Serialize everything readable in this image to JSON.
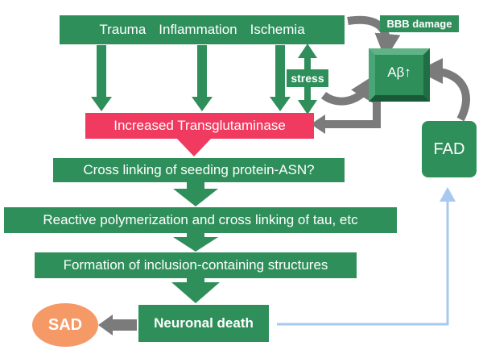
{
  "colors": {
    "green": "#2f8f5b",
    "red": "#f03a5f",
    "orange": "#f59a66",
    "gray": "#7b7b7b",
    "blue": "#a7c8f0",
    "white": "#ffffff"
  },
  "nodes": {
    "causes": [
      "Trauma",
      "Inflammation",
      "Ischemia"
    ],
    "bbb_damage": "BBB damage",
    "stress": "stress",
    "abeta": "Aβ↑",
    "fad": "FAD",
    "transglutaminase": "Increased Transglutaminase",
    "cross_linking": "Cross linking of seeding protein-ASN?",
    "polymerization": "Reactive polymerization and cross linking of tau, etc",
    "inclusions": "Formation of inclusion-containing structures",
    "neuronal_death": "Neuronal death",
    "sad": "SAD"
  }
}
